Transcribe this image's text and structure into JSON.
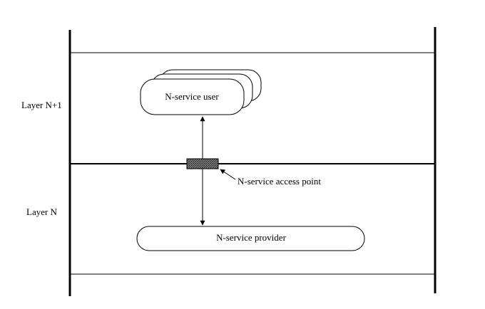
{
  "diagram": {
    "layer_upper_label": "Layer N+1",
    "layer_lower_label": "Layer N",
    "service_user_label": "N-service user",
    "service_provider_label": "N-service provider",
    "access_point_label": "N-service access point"
  },
  "colors": {
    "line": "#000000",
    "background": "#ffffff",
    "access_point_fill": "#7a7a7a"
  }
}
